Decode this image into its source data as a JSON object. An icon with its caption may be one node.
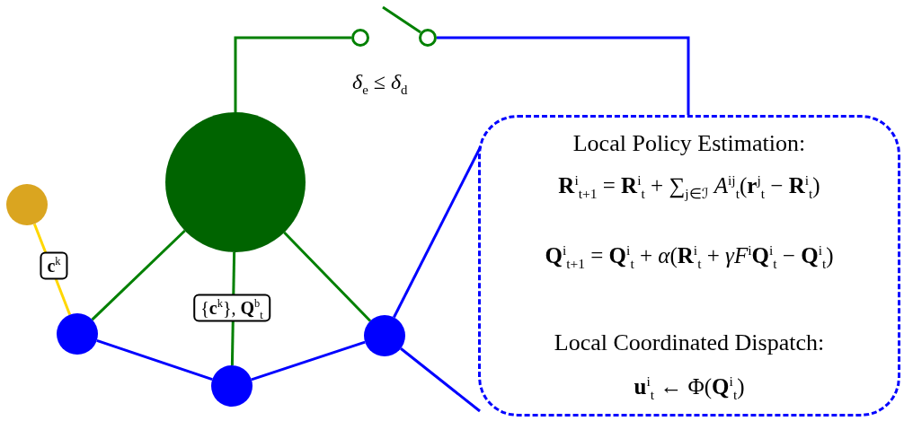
{
  "diagram": {
    "nodes": [
      {
        "text": [],
        "shape": "circle"
      },
      {
        "text": [],
        "shape": "circle"
      },
      {
        "text": [],
        "shape": "circle"
      },
      {
        "text": [],
        "shape": "circle"
      },
      {
        "text": [],
        "shape": "circle"
      },
      {
        "text": [],
        "shape": "circle"
      },
      {
        "text": [],
        "shape": "circle"
      },
      {
        "text": [
          "Local Policy Estimation:",
          "**R**$^{i}$$_{t+1}$ = **R**$^{i}$$_{t}$ + ∑$_{j∈ℐ}$ *A*$^{ij}$$_{t}$(**r**$^{j}$$_{t}$ − **R**$^{i}$$_{t}$)",
          "**Q**$^{i}$$_{t+1}$ = **Q**$^{i}$$_{t}$ + *α*(**R**$^{i}$$_{t}$ + *γF*$^{i}$**Q**$^{i}$$_{t}$ − **Q**$^{i}$$_{t}$)",
          "Local Coordinated Dispatch:",
          "**u**$^{i}$$_{t}$ ← Φ(**Q**$^{i}$$_{t}$)"
        ]
      }
    ],
    "edges": [
      {
        "from": 0,
        "to": 2,
        "arrow": "none",
        "label": "**c**$^{k}$",
        "color": "#ffd700"
      },
      {
        "from": 1,
        "to": 2,
        "arrow": "none",
        "color": "#008000"
      },
      {
        "from": 1,
        "to": 3,
        "arrow": "none",
        "label": "{**c**$^{k}$}, **Q**$^{b}$$_{t}$",
        "color": "#008000"
      },
      {
        "from": 1,
        "to": 4,
        "arrow": "none",
        "color": "#008000"
      },
      {
        "from": 2,
        "to": 3,
        "arrow": "none",
        "color": "#0000ff"
      },
      {
        "from": 3,
        "to": 4,
        "arrow": "none",
        "color": "#0000ff"
      },
      {
        "from": 1,
        "to": 5,
        "arrow": "none",
        "color": "#008000"
      },
      {
        "from": 6,
        "to": 7,
        "arrow": "none",
        "color": "#0000ff"
      },
      {
        "from": 4,
        "to": 7,
        "arrow": "none",
        "color": "#0000ff"
      },
      {
        "from": 4,
        "to": 7,
        "arrow": "none",
        "color": "#0000ff"
      }
    ],
    "labels": [
      "*δ*$_{e}$ ≤ *δ*$_{d}$"
    ]
  }
}
